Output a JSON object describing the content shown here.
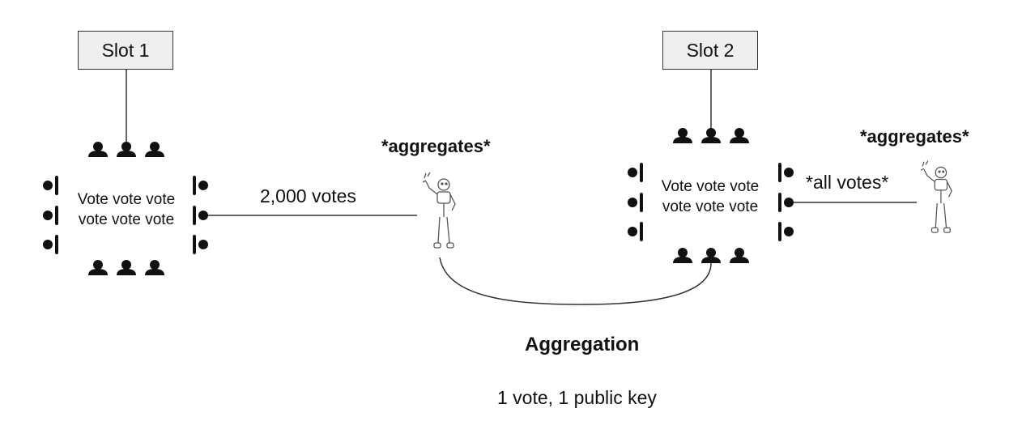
{
  "slot1": {
    "label": "Slot 1",
    "table_text_line1": "Vote vote vote",
    "table_text_line2": "vote vote vote",
    "edge_label": "2,000 votes",
    "aggregator_label": "*aggregates*"
  },
  "slot2": {
    "label": "Slot 2",
    "table_text_line1": "Vote vote vote",
    "table_text_line2": "vote vote vote",
    "edge_label": "*all votes*",
    "aggregator_label": "*aggregates*"
  },
  "aggregation": {
    "title": "Aggregation",
    "subtitle": "1 vote, 1 public key"
  },
  "colors": {
    "line": "#333333",
    "people": "#111111",
    "box_fill": "#efefef"
  }
}
